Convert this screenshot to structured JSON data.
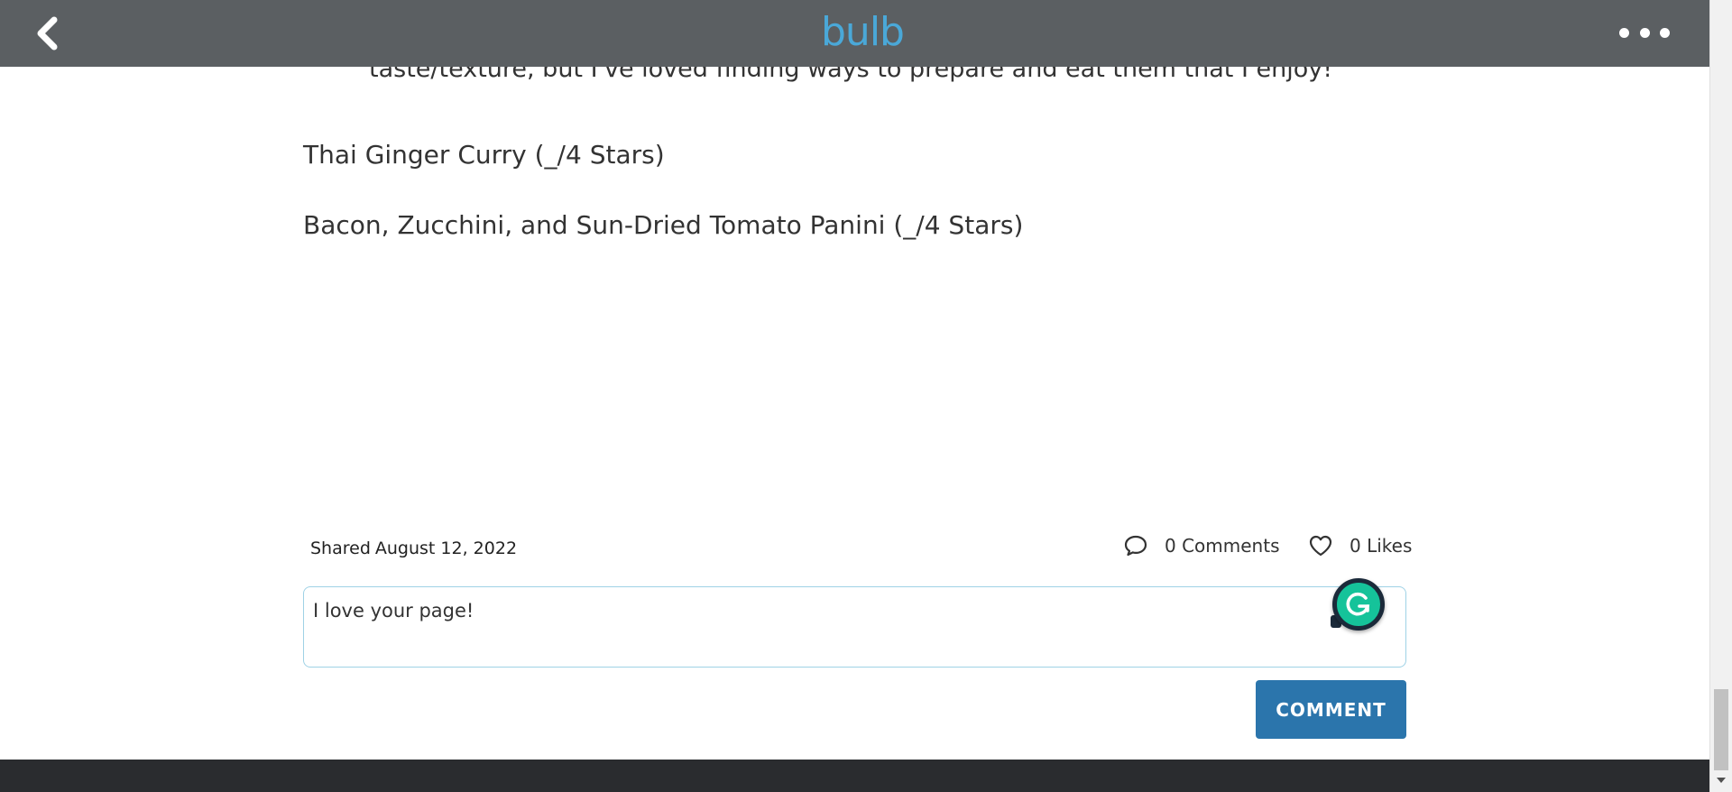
{
  "header": {
    "logo_text": "bulb",
    "back_icon": "chevron-left-icon",
    "more_icon": "ellipsis-icon",
    "bar_color": "#5b5f62",
    "logo_color": "#4aa8d8"
  },
  "article": {
    "partial_line": "taste/texture, but I've loved finding ways to prepare and eat them that I enjoy!",
    "recipes": [
      "Thai Ginger Curry (_/4 Stars)",
      "Bacon, Zucchini, and Sun-Dried Tomato Panini (_/4 Stars)"
    ]
  },
  "meta": {
    "shared_label": "Shared",
    "shared_date": "August 12, 2022",
    "comments_label": "0 Comments",
    "likes_label": "0 Likes"
  },
  "comment_form": {
    "value": "I love your page!",
    "button_label": "COMMENT",
    "button_color": "#2b75ac"
  },
  "grammarly": {
    "icon": "grammarly-g-icon",
    "color": "#15c39a"
  }
}
